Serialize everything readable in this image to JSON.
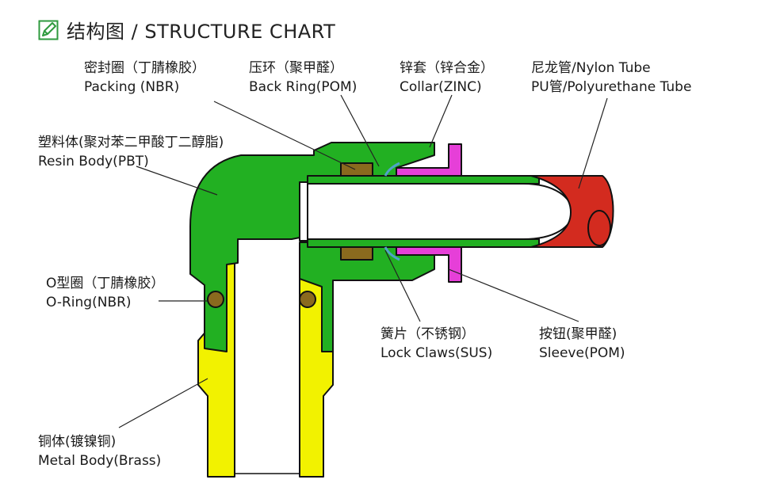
{
  "title": {
    "text": "结构图 / STRUCTURE CHART",
    "icon": "pencil-edit-icon"
  },
  "colors": {
    "resin_body": "#22b022",
    "metal_body": "#f2f200",
    "tube": "#d32b1f",
    "sleeve": "#e63fd8",
    "packing": "#8a6a1e",
    "collar": "#22b022",
    "lock_claws": "#4fa3c8",
    "outline": "#111111",
    "accent_icon": "#2e9a3e"
  },
  "labels": {
    "packing": {
      "cn": "密封圈（丁腈橡胶）",
      "en": "Packing (NBR)"
    },
    "back_ring": {
      "cn": "压环（聚甲醛）",
      "en": "Back Ring(POM)"
    },
    "collar": {
      "cn": "锌套（锌合金）",
      "en": "Collar(ZINC)"
    },
    "tube": {
      "cn": "尼龙管/Nylon Tube",
      "en": "PU管/Polyurethane Tube"
    },
    "resin_body": {
      "cn": "塑料体(聚对苯二甲酸丁二醇脂)",
      "en": "Resin Body(PBT)"
    },
    "o_ring": {
      "cn": "O型圈（丁腈橡胶）",
      "en": "O-Ring(NBR)"
    },
    "lock_claws": {
      "cn": "簧片（不锈钢）",
      "en": "Lock Claws(SUS)"
    },
    "sleeve": {
      "cn": "按钮(聚甲醛)",
      "en": "Sleeve(POM)"
    },
    "metal_body": {
      "cn": "铜体(镀镍铜)",
      "en": "Metal Body(Brass)"
    }
  }
}
